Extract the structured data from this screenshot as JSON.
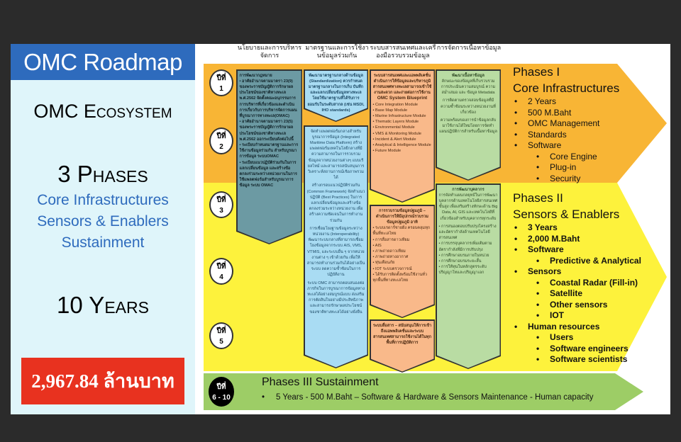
{
  "left_panel": {
    "title": "OMC Roadmap",
    "ecosystem": "OMC Ecosystem",
    "phases": "3 Phases",
    "phase_names": [
      "Core Infrastructures",
      "Sensors & Enablers",
      "Sustainment"
    ],
    "years": "10 Years",
    "budget": "2,967.84  ล้านบาท"
  },
  "columns": [
    "นโยบายและการบริหารจัดการ",
    "มาตรฐานและการใช้งานข้อมูลร่วมกัน",
    "ระบบสารสนเทศและเครื่องมือรวบรวมข้อมูล",
    "การจัดการเนื้อหาข้อมูล"
  ],
  "year_labels": [
    {
      "a": "ปีที่",
      "b": "1"
    },
    {
      "a": "ปีที่",
      "b": "2"
    },
    {
      "a": "ปีที่",
      "b": "3"
    },
    {
      "a": "ปีที่",
      "b": "4"
    },
    {
      "a": "ปีที่",
      "b": "5"
    },
    {
      "a": "ปีที่",
      "b": "6 - 10"
    }
  ],
  "boxes": {
    "policy": {
      "title": "การพัฒนากฎหมาย",
      "items": [
        "อาศัยอำนาจตามมาตรา 23(9) ของพระราชบัญญัติการรักษาผลประโยชน์ของชาติทางทะเล พ.ศ.2562 จัดตั้งคณะอนุกรรมการการบริหารที่เกี่ยวข้องและดำเนินการเกี่ยวกับการบริหารจัดการแผนที่บูรณาการทางทะเล(OMAC)",
        "อาศัยอำนาจตามมาตรา 23(5) ของพระราชบัญญัติการรักษาผลประโยชน์ของชาติทางทะเล พ.ศ.2562 ออกระเบียบดังต่อไปนี้",
        "ระเบียบกำหนดมาตรฐานและการใช้งานข้อมูลร่วมกัน สำหรับบูรณาการข้อมูล ระบบOMAC",
        "ระเบียบแนวปฏิบัติร่วมกันในการแลกเปลี่ยนข้อมูล และสร้างข้อตกลงร่วมระหว่างหน่วยงานในการใช้แพลตฟอร์มสำหรับบูรณาการข้อมูล ระบบ OMAC"
      ]
    },
    "standards1": "พัฒนามาตรฐานกลางด้านข้อมูล (Standardization) ควรกำหนดมาตรฐานกลางในการเก็บ บันทึก และแลกเปลี่ยนข้อมูลทางทะเล โดยใช้มาตรฐานที่ได้รับการยอมรับในระดับสากล (เช่น MSDI, IHO standards)",
    "standards2": [
      "จัดทำแพลตฟอร์มกลางสำหรับบูรณาการข้อมูล (Integrated Maritime Data Platform) สร้างแพลตฟอร์มเทคโนโลยีกลางที่มีความสามารถในการรวบรวมข้อมูลจากหน่วยงานต่างๆ แบบเรียลไทม์ และสามารถสนับสนุนการวิเคราะห์สถานการณ์เชิงภาพรวมได้",
      "สร้างกรอบแนวปฏิบัติร่วมกัน (Common Framework) จัดทำแนวปฏิบัติ (Best Practices) ในการแลกเปลี่ยนข้อมูลและสร้างข้อตกลงร่วมระหว่างหน่วยงาน เพื่อสร้างความชัดเจนในการทำงานร่วมกัน",
      "การเชื่อมโยงฐานข้อมูลระหว่างหน่วยงาน (Interoperability) พัฒนาระบบกลางที่สามารถเชื่อมโยงข้อมูลจากระบบ AIS, VMS, VTMIS, และระบบอื่น ๆ จากหน่วยงานต่าง ๆ เข้าด้วยกัน เพื่อให้สามารถทำงานร่วมกันได้อย่างเป็นระบบ ลดความซ้ำซ้อนในการปฏิบัติงาน",
      "ระบบ OMC สามารถตอบสนองต่อภารกิจในการบูรณาการข้อมูลทางทะเลได้อย่างสมบูรณ์แบบ ส่งเสริมการตัดสินใจอย่างมีประสิทธิภาพ และสามารถรักษาผลประโยชน์ของชาติทางทะเลได้อย่างยั่งยืน"
    ],
    "systems1": {
      "title": "ระบบสารสนเทศและแอพพลิเคชั่น ดำเนินการให้ข้อมูลและบริหารภูมิสารสนเทศทางทะเลสามารถเข้าใช้งานสะดวก และง่ายต่อการใช้งาน",
      "subtitle": "OMC System Blueprint",
      "items": [
        "Core Integration Module",
        "Base Map Module",
        "Marine Infrastructure Module",
        "Thematic Layers Module",
        "Environmental Module",
        "VMS & Monitoring Module",
        "Incident & Alert Module",
        "Analytical & Intelligence Module",
        "Future Module"
      ]
    },
    "systems2": {
      "title": "การรวบรวมข้อมูลปฐมภูมิ – ดำเนินการให้มีอุปกรณ์รวบรวมข้อมูลปฐมภูมิ อาทิ",
      "items": [
        "ระบบเรดาร์ชายฝั่ง ครอบคลุมทุกพื้นที่ทะเลไทย",
        "การสื่อสารดาวเทียม",
        "AIS",
        "ภาพถ่ายดาวเทียม",
        "ภาพถ่ายทางอากาศ",
        "ทุ่นเตือนภัย",
        "IOT ระบบตรวจการณ์",
        "ได้รับการติดตั้งพร้อมใช้งานทั่วทุกพื้นที่ทางทะเลไทย"
      ]
    },
    "systems3": "ระบบสื่อสาร – สนับสนุนให้การเข้าถึงแอพพลิเคชั่นและระบบสารสนเทศสามารถใช้งานได้ในทุกพื้นที่การปฏิบัติการ",
    "content1": {
      "title": "พัฒนาเนื้อหาข้อมูล",
      "items": [
        "ลักษณะของข้อมูลที่เก็บรวบรวม การประเมินความสมบูรณ์ ความสม่ำเสมอ และ ข้อมูล Metadata",
        "การติดตามตรวจสอบข้อมูลที่มีความซ้ำซ้อนระหว่างหน่วยงานที่เกี่ยวข้อง",
        "ความพร้อมของการนำข้อมูลกลับมาใช้งานได้ใหม่โดยการจัดทำแผนปฏิบัติการสำหรับเนื้อหาข้อมูล"
      ]
    },
    "content2": {
      "title": "การพัฒนาบุคลากร",
      "intro": "การจัดทำแผนกลยุทธ์ในการพัฒนาบุคลากรด้านเทคโนโลยีสารสนเทศขั้นสูง เพื่อเสริมสร้างทักษะด้าน Big Data, AI, GIS และเทคโนโลยีที่เกี่ยวข้องสำหรับบุคลากรทุกระดับ",
      "items": [
        "การสนองตอบปรับปรุงโครงสร้างและอัตรากำลังด้านเทคโนโลยีสารสนเทศ",
        "การบรรจุบุคลากรเพิ่มเติมตามอัตรากำลังที่มีการปรับปรุง",
        "การศึกษาอบรมภายในหน่วย",
        "การศึกษาอบรมระยะสั้น",
        "การให้ทุนในหลักสูตรระดับปริญญาโทและปริญญาเอก"
      ]
    }
  },
  "phase1": {
    "title": "Phases I",
    "subtitle": "Core Infrastructures",
    "items": [
      "2 Years",
      "500 M.Baht",
      "OMC Management",
      "Standards",
      "Software"
    ],
    "software": [
      "Core Engine",
      "Plug-in",
      "Security"
    ]
  },
  "phase2": {
    "title": "Phases II",
    "subtitle": "Sensors & Enablers",
    "items": [
      "3 Years",
      "2,000 M.Baht",
      "Software"
    ],
    "software": [
      "Predictive & Analytical"
    ],
    "sensors_label": "Sensors",
    "sensors": [
      "Coastal Radar (Fill-in)",
      "Satellite",
      "Other sensors",
      "IOT"
    ],
    "hr_label": "Human resources",
    "hr": [
      "Users",
      "Software engineers",
      "Software scientists"
    ]
  },
  "phase3": {
    "title": "Phases III Sustainment",
    "line": "5 Years - 500 M.Baht – Software & Hardware & Sensors Maintenance -  Human capacity"
  },
  "colors": {
    "orange": "#f8b535",
    "yellow": "#fdf23c",
    "green": "#9dcd66",
    "blue": "#2e6bbd",
    "red": "#e8321f"
  }
}
